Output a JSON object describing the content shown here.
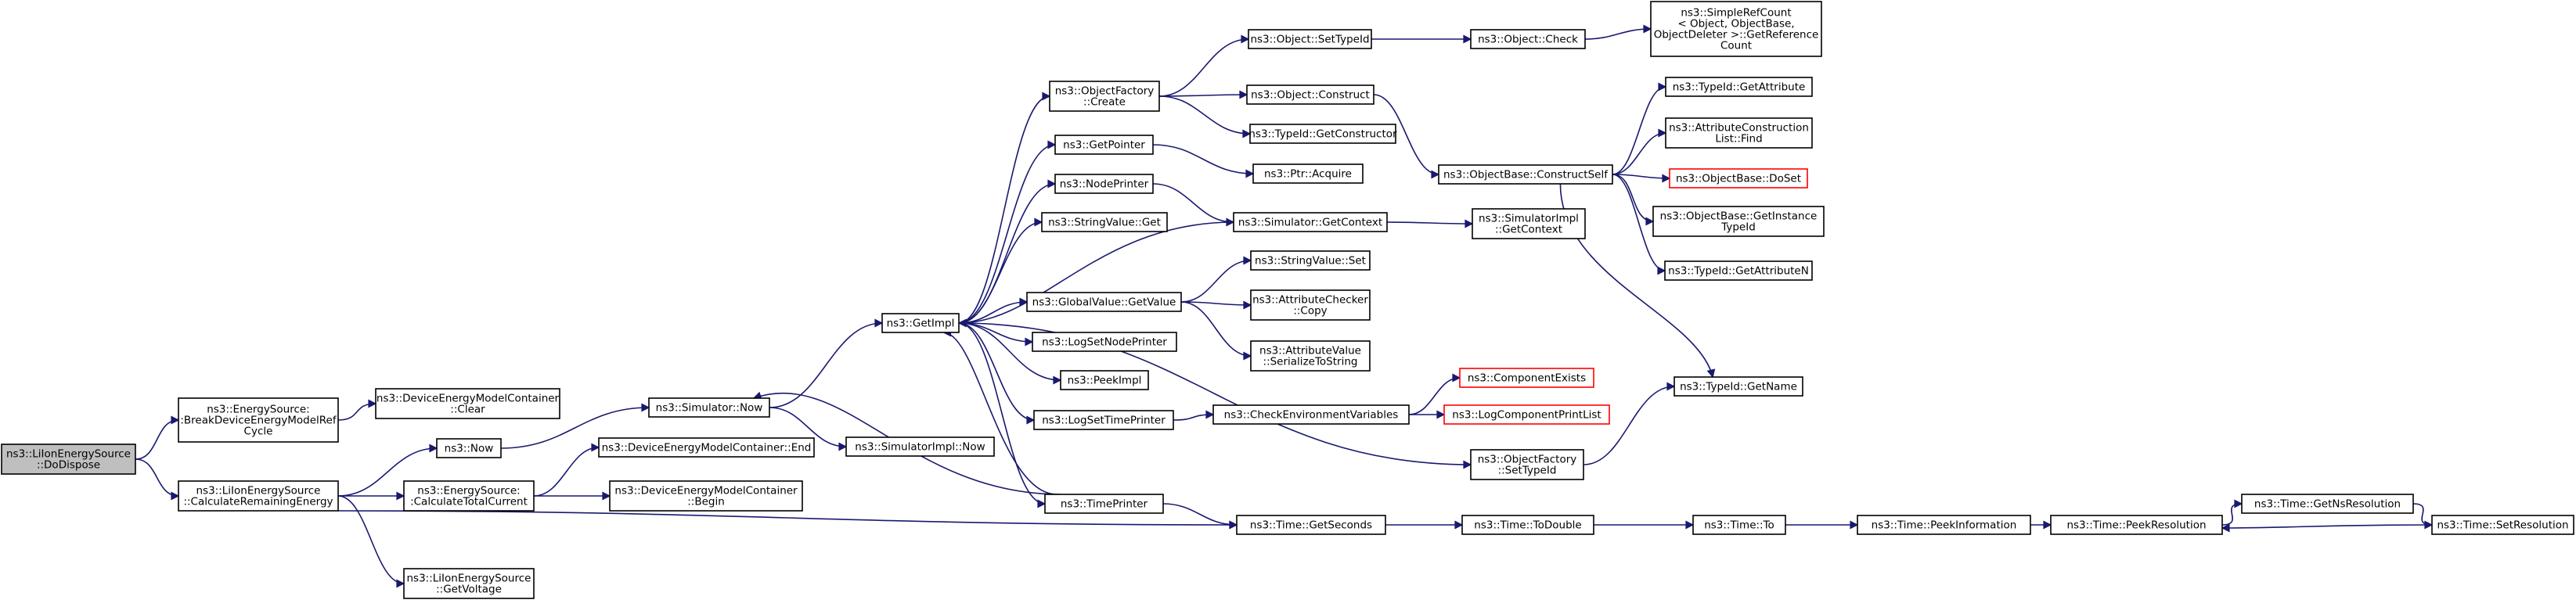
{
  "colors": {
    "edge": "#191970",
    "border": "#000000",
    "truncated_border": "#ff0000",
    "root_fill": "#bfbfbf"
  },
  "nodes": {
    "dodispose": [
      "ns3::LiIonEnergySource",
      "::DoDispose"
    ],
    "break_cycle": [
      "ns3::EnergySource:",
      ":BreakDeviceEnergyModelRef",
      "Cycle"
    ],
    "container_clear": [
      "ns3::DeviceEnergyModelContainer",
      "::Clear"
    ],
    "calc_remaining": [
      "ns3::LiIonEnergySource",
      "::CalculateRemainingEnergy"
    ],
    "now": [
      "ns3::Now"
    ],
    "calc_total_current": [
      "ns3::EnergySource:",
      ":CalculateTotalCurrent"
    ],
    "get_voltage": [
      "ns3::LiIonEnergySource",
      "::GetVoltage"
    ],
    "sim_now": [
      "ns3::Simulator::Now"
    ],
    "container_end": [
      "ns3::DeviceEnergyModelContainer::End"
    ],
    "container_begin": [
      "ns3::DeviceEnergyModelContainer",
      "::Begin"
    ],
    "simimpl_now": [
      "ns3::SimulatorImpl::Now"
    ],
    "getimpl": [
      "ns3::GetImpl"
    ],
    "objfactory_create": [
      "ns3::ObjectFactory",
      "::Create"
    ],
    "getpointer": [
      "ns3::GetPointer"
    ],
    "nodeprinter": [
      "ns3::NodePrinter"
    ],
    "stringvalue_get": [
      "ns3::StringValue::Get"
    ],
    "globalvalue_getvalue": [
      "ns3::GlobalValue::GetValue"
    ],
    "logsetnodeprinter": [
      "ns3::LogSetNodePrinter"
    ],
    "peekimpl": [
      "ns3::PeekImpl"
    ],
    "logsettimeprinter": [
      "ns3::LogSetTimePrinter"
    ],
    "timeprinter": [
      "ns3::TimePrinter"
    ],
    "object_settypeid": [
      "ns3::Object::SetTypeId"
    ],
    "object_construct": [
      "ns3::Object::Construct"
    ],
    "typeid_getconstructor": [
      "ns3::TypeId::GetConstructor"
    ],
    "ptr_acquire": [
      "ns3::Ptr::Acquire"
    ],
    "sim_getcontext": [
      "ns3::Simulator::GetContext"
    ],
    "stringvalue_set": [
      "ns3::StringValue::Set"
    ],
    "attrchecker_copy": [
      "ns3::AttributeChecker",
      "::Copy"
    ],
    "attrvalue_serialize": [
      "ns3::AttributeValue",
      "::SerializeToString"
    ],
    "checkenv": [
      "ns3::CheckEnvironmentVariables"
    ],
    "time_getseconds": [
      "ns3::Time::GetSeconds"
    ],
    "object_check": [
      "ns3::Object::Check"
    ],
    "objbase_constructself": [
      "ns3::ObjectBase::ConstructSelf"
    ],
    "simimpl_getcontext": [
      "ns3::SimulatorImpl",
      "::GetContext"
    ],
    "componentexists": [
      "ns3::ComponentExists"
    ],
    "logcomponentprintlist": [
      "ns3::LogComponentPrintList"
    ],
    "objfactory_settypeid": [
      "ns3::ObjectFactory",
      "::SetTypeId"
    ],
    "time_todouble": [
      "ns3::Time::ToDouble"
    ],
    "simplerefcount": [
      "ns3::SimpleRefCount",
      "< Object, ObjectBase,",
      "ObjectDeleter >::GetReference",
      "Count"
    ],
    "typeid_getattribute": [
      "ns3::TypeId::GetAttribute"
    ],
    "attrconstruction_find": [
      "ns3::AttributeConstruction",
      "List::Find"
    ],
    "objbase_doset": [
      "ns3::ObjectBase::DoSet"
    ],
    "objbase_getinstancetypeid": [
      "ns3::ObjectBase::GetInstance",
      "TypeId"
    ],
    "typeid_getattributen": [
      "ns3::TypeId::GetAttributeN"
    ],
    "typeid_getname": [
      "ns3::TypeId::GetName"
    ],
    "time_to": [
      "ns3::Time::To"
    ],
    "time_peekinformation": [
      "ns3::Time::PeekInformation"
    ],
    "time_peekresolution": [
      "ns3::Time::PeekResolution"
    ],
    "time_getnsresolution": [
      "ns3::Time::GetNsResolution"
    ],
    "time_setresolution": [
      "ns3::Time::SetResolution"
    ]
  }
}
